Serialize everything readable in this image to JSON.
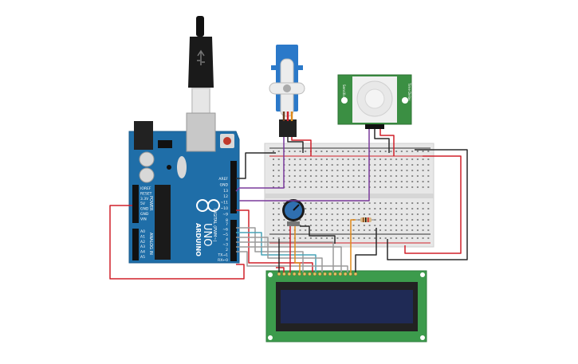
{
  "arduino": {
    "brand": "ARDUINO",
    "model": "UNO",
    "digital_header": "DIGITAL (PWM~)",
    "power_header": "POWER",
    "analog_header": "ANALOG IN",
    "top_pins": [
      "AREF",
      "GND",
      "13",
      "12",
      "~11",
      "~10",
      "~9",
      "8"
    ],
    "bottom_pins": [
      "7",
      "~6",
      "~5",
      "4",
      "~3",
      "2",
      "TX→1",
      "RX←0"
    ],
    "power_pins": [
      "IOREF",
      "RESET",
      "3.3V",
      "5V",
      "GND",
      "GND",
      "VIN"
    ],
    "analog_pins": [
      "A0",
      "A1",
      "A2",
      "A3",
      "A4",
      "A5"
    ]
  },
  "pir_sensor": {
    "left_label": "Sensitivity",
    "right_label": "Time Delay"
  },
  "lcd": {
    "screen_color": "#1f2a55",
    "board_color": "#3c9b4c"
  },
  "colors": {
    "arduino_board": "#1f6ea8",
    "wire_red": "#d0202a",
    "wire_black": "#2a2a2a",
    "wire_purple": "#7a3a9c",
    "wire_gray": "#9a9a9a",
    "wire_cyan": "#46a3b7",
    "wire_orange": "#e08a1a"
  }
}
